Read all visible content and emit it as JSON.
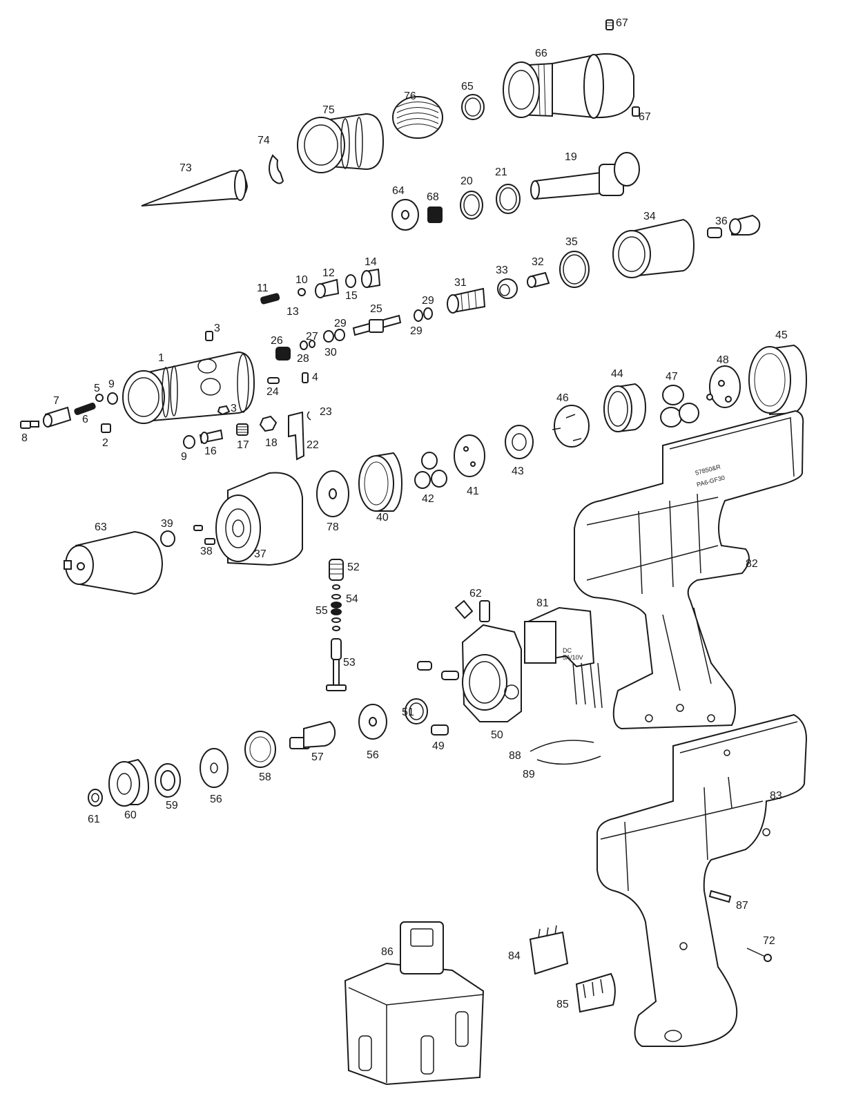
{
  "parts": [
    {
      "id": "67",
      "label": "67"
    },
    {
      "id": "66",
      "label": "66"
    },
    {
      "id": "67b",
      "label": "67"
    },
    {
      "id": "65",
      "label": "65"
    },
    {
      "id": "76",
      "label": "76"
    },
    {
      "id": "75",
      "label": "75"
    },
    {
      "id": "74",
      "label": "74"
    },
    {
      "id": "73",
      "label": "73"
    },
    {
      "id": "19",
      "label": "19"
    },
    {
      "id": "21",
      "label": "21"
    },
    {
      "id": "20",
      "label": "20"
    },
    {
      "id": "68",
      "label": "68"
    },
    {
      "id": "64",
      "label": "64"
    },
    {
      "id": "34",
      "label": "34"
    },
    {
      "id": "36",
      "label": "36"
    },
    {
      "id": "35",
      "label": "35"
    },
    {
      "id": "32",
      "label": "32"
    },
    {
      "id": "33",
      "label": "33"
    },
    {
      "id": "31",
      "label": "31"
    },
    {
      "id": "29a",
      "label": "29"
    },
    {
      "id": "29b",
      "label": "29"
    },
    {
      "id": "29c",
      "label": "29"
    },
    {
      "id": "25",
      "label": "25"
    },
    {
      "id": "30",
      "label": "30"
    },
    {
      "id": "14",
      "label": "14"
    },
    {
      "id": "12",
      "label": "12"
    },
    {
      "id": "15",
      "label": "15"
    },
    {
      "id": "10",
      "label": "10"
    },
    {
      "id": "11",
      "label": "11"
    },
    {
      "id": "13",
      "label": "13"
    },
    {
      "id": "27",
      "label": "27"
    },
    {
      "id": "26",
      "label": "26"
    },
    {
      "id": "28",
      "label": "28"
    },
    {
      "id": "3a",
      "label": "3"
    },
    {
      "id": "3b",
      "label": "3"
    },
    {
      "id": "1",
      "label": "1"
    },
    {
      "id": "4",
      "label": "4"
    },
    {
      "id": "24",
      "label": "24"
    },
    {
      "id": "5",
      "label": "5"
    },
    {
      "id": "9a",
      "label": "9"
    },
    {
      "id": "7",
      "label": "7"
    },
    {
      "id": "6",
      "label": "6"
    },
    {
      "id": "8",
      "label": "8"
    },
    {
      "id": "2",
      "label": "2"
    },
    {
      "id": "23",
      "label": "23"
    },
    {
      "id": "22",
      "label": "22"
    },
    {
      "id": "18",
      "label": "18"
    },
    {
      "id": "17",
      "label": "17"
    },
    {
      "id": "16",
      "label": "16"
    },
    {
      "id": "9b",
      "label": "9"
    },
    {
      "id": "45",
      "label": "45"
    },
    {
      "id": "48",
      "label": "48"
    },
    {
      "id": "47",
      "label": "47"
    },
    {
      "id": "44",
      "label": "44"
    },
    {
      "id": "46",
      "label": "46"
    },
    {
      "id": "43",
      "label": "43"
    },
    {
      "id": "41",
      "label": "41"
    },
    {
      "id": "42",
      "label": "42"
    },
    {
      "id": "40",
      "label": "40"
    },
    {
      "id": "78",
      "label": "78"
    },
    {
      "id": "37",
      "label": "37"
    },
    {
      "id": "38",
      "label": "38"
    },
    {
      "id": "39",
      "label": "39"
    },
    {
      "id": "63",
      "label": "63"
    },
    {
      "id": "82",
      "label": "82"
    },
    {
      "id": "52",
      "label": "52"
    },
    {
      "id": "54",
      "label": "54"
    },
    {
      "id": "55",
      "label": "55"
    },
    {
      "id": "53",
      "label": "53"
    },
    {
      "id": "62",
      "label": "62"
    },
    {
      "id": "81",
      "label": "81"
    },
    {
      "id": "50",
      "label": "50"
    },
    {
      "id": "51",
      "label": "51"
    },
    {
      "id": "49",
      "label": "49"
    },
    {
      "id": "56a",
      "label": "56"
    },
    {
      "id": "57",
      "label": "57"
    },
    {
      "id": "58",
      "label": "58"
    },
    {
      "id": "56b",
      "label": "56"
    },
    {
      "id": "59",
      "label": "59"
    },
    {
      "id": "60",
      "label": "60"
    },
    {
      "id": "61",
      "label": "61"
    },
    {
      "id": "88",
      "label": "88"
    },
    {
      "id": "89",
      "label": "89"
    },
    {
      "id": "83",
      "label": "83"
    },
    {
      "id": "87",
      "label": "87"
    },
    {
      "id": "72",
      "label": "72"
    },
    {
      "id": "86",
      "label": "86"
    },
    {
      "id": "84",
      "label": "84"
    },
    {
      "id": "85",
      "label": "85"
    }
  ],
  "housing_markings": [
    "57850&R",
    "PA6-GF30"
  ],
  "switch_markings": [
    "DC",
    "5A/10V"
  ]
}
